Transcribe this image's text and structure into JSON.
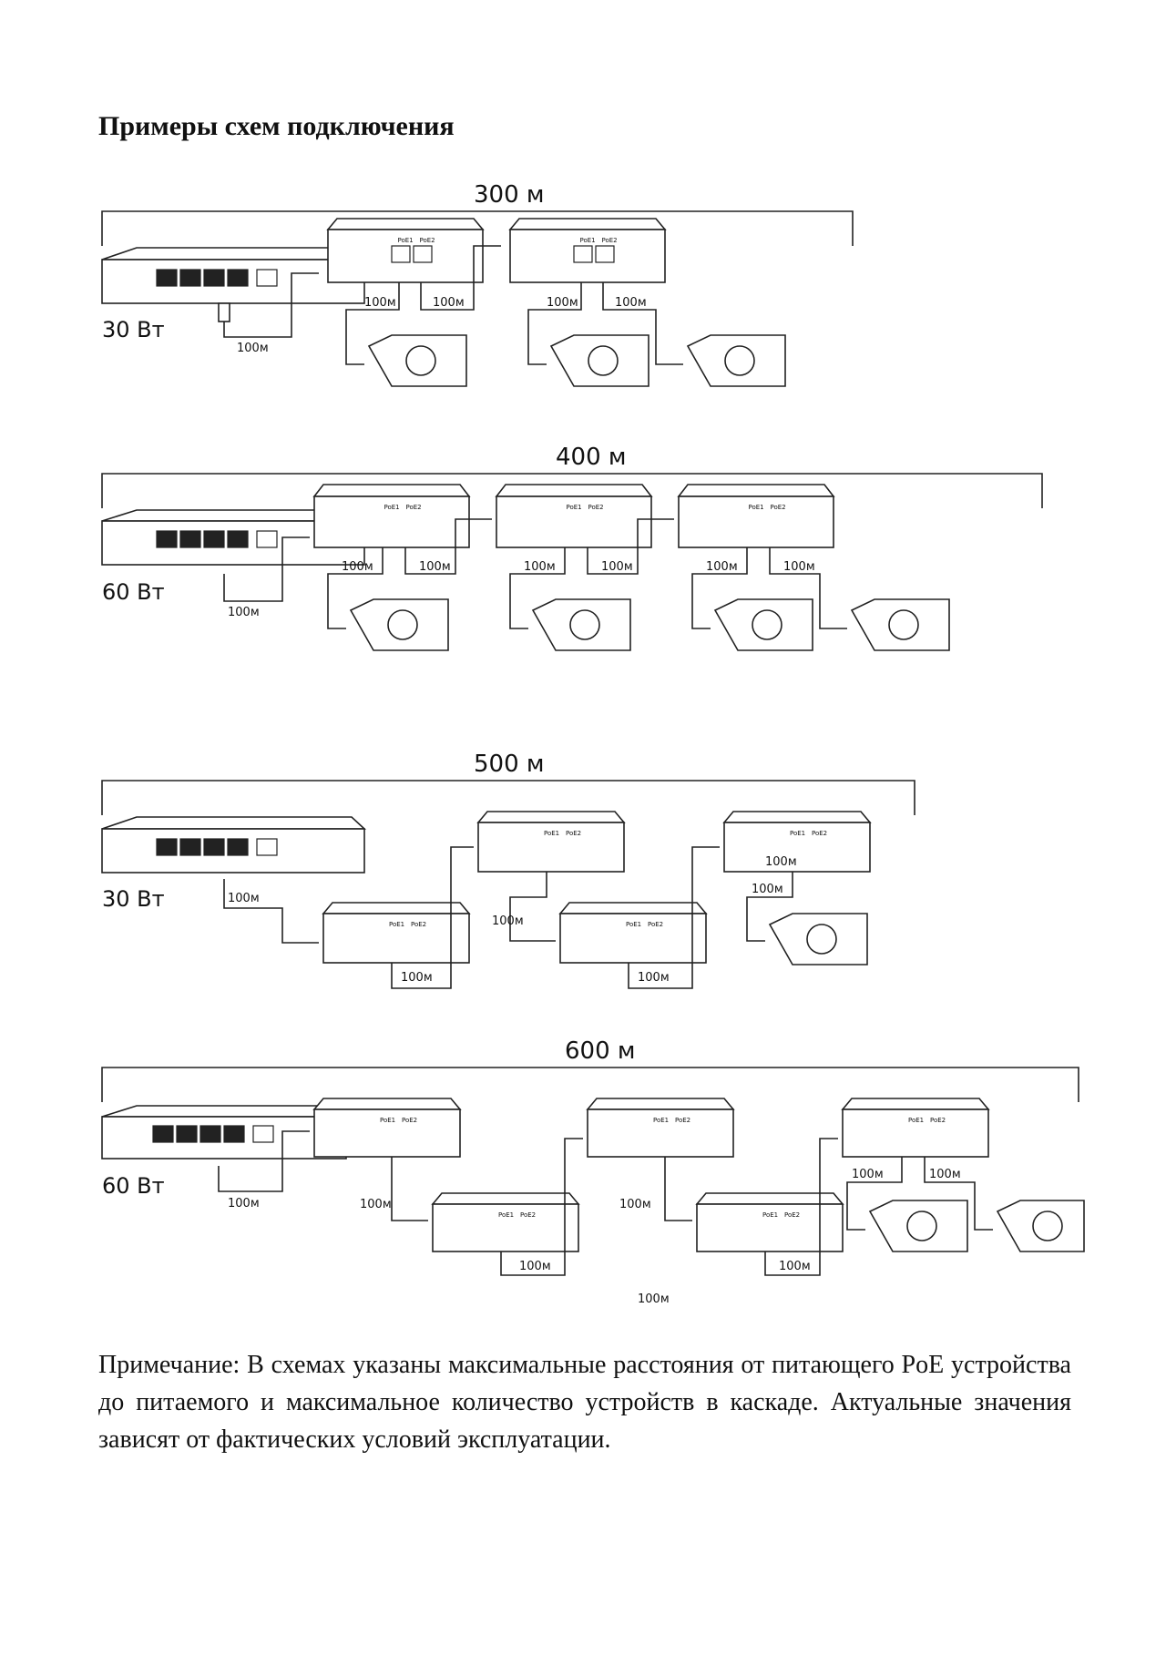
{
  "title": "Примеры схем подключения",
  "diagrams": [
    {
      "span": "300 м",
      "power": "30 Вт",
      "cables": [
        "100м",
        "100м",
        "100м",
        "100м",
        "100м"
      ]
    },
    {
      "span": "400 м",
      "power": "60 Вт",
      "cables": [
        "100м",
        "100м",
        "100м",
        "100м",
        "100м",
        "100м",
        "100м"
      ]
    },
    {
      "span": "500 м",
      "power": "30 Вт",
      "cables": [
        "100м",
        "100м",
        "100м",
        "100м",
        "100м",
        "100м"
      ]
    },
    {
      "span": "600 м",
      "power": "60 Вт",
      "cables": [
        "100м",
        "100м",
        "100м",
        "100м",
        "100м",
        "100м",
        "100м",
        "100м"
      ]
    }
  ],
  "extender_port_labels": [
    "PoE1",
    "PoE2"
  ],
  "note": "Примечание: В схемах указаны максимальные расстояния от питающего PoE устройства до питаемого и максимальное количество устройств в каскаде. Актуальные значения зависят от фактических условий эксплуатации."
}
